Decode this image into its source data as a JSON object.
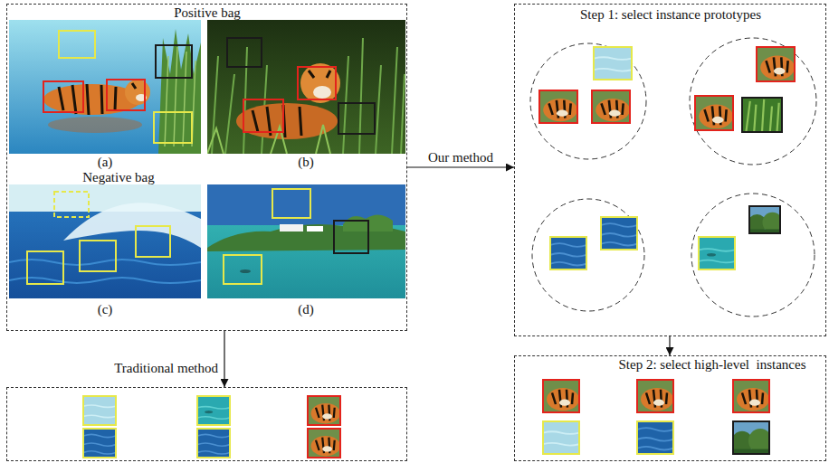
{
  "diagram": {
    "nodes": [
      {
        "text": [
          "Positive bag",
          "Negative bag"
        ]
      },
      {
        "text": [
          "Traditional method"
        ]
      },
      {
        "text": [
          "Step 1: select instance prototypes"
        ]
      },
      {
        "text": [
          "Step 2: select high-level  instances"
        ]
      }
    ],
    "edges": [
      {
        "from": 0,
        "to": 2,
        "arrow": "to",
        "label": "Our method"
      },
      {
        "from": 0,
        "to": 1,
        "arrow": "to"
      },
      {
        "from": 2,
        "to": 3,
        "arrow": "to"
      }
    ],
    "labels": [
      "(a)",
      "(b)",
      "(c)",
      "(d)"
    ]
  }
}
